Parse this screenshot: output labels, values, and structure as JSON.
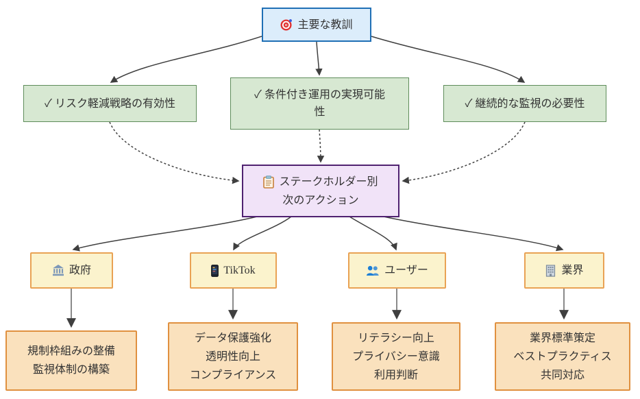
{
  "colors": {
    "root-fill": "#dcedfb",
    "root-border": "#1f6fb5",
    "lesson-fill": "#d7e8d2",
    "lesson-border": "#5e8c5a",
    "hub-fill": "#f1e3f8",
    "hub-border": "#4f2170",
    "stakeholder-fill": "#fbf3cd",
    "stakeholder-border": "#e9a254",
    "action-fill": "#fae1bd",
    "action-border": "#e0903f",
    "edge": "#3f3f3f",
    "connector": "#8a8a8a",
    "text": "#333333"
  },
  "root": {
    "icon": "target-icon",
    "label": "主要な教訓"
  },
  "lessons": [
    {
      "label": "✓ リスク軽減戦略の有効性"
    },
    {
      "label": "✓ 条件付き運用の実現可能性"
    },
    {
      "label": "✓ 継続的な監視の必要性"
    }
  ],
  "hub": {
    "icon": "clipboard-icon",
    "line1": "ステークホルダー別",
    "line2": "次のアクション"
  },
  "stakeholders": [
    {
      "icon": "bank-icon",
      "label": "政府"
    },
    {
      "icon": "phone-icon",
      "label": "TikTok"
    },
    {
      "icon": "users-icon",
      "label": "ユーザー"
    },
    {
      "icon": "building-icon",
      "label": "業界"
    }
  ],
  "actions": [
    {
      "lines": [
        "規制枠組みの整備",
        "監視体制の構築"
      ]
    },
    {
      "lines": [
        "データ保護強化",
        "透明性向上",
        "コンプライアンス"
      ]
    },
    {
      "lines": [
        "リテラシー向上",
        "プライバシー意識",
        "利用判断"
      ]
    },
    {
      "lines": [
        "業界標準策定",
        "ベストプラクティス",
        "共同対応"
      ]
    }
  ]
}
